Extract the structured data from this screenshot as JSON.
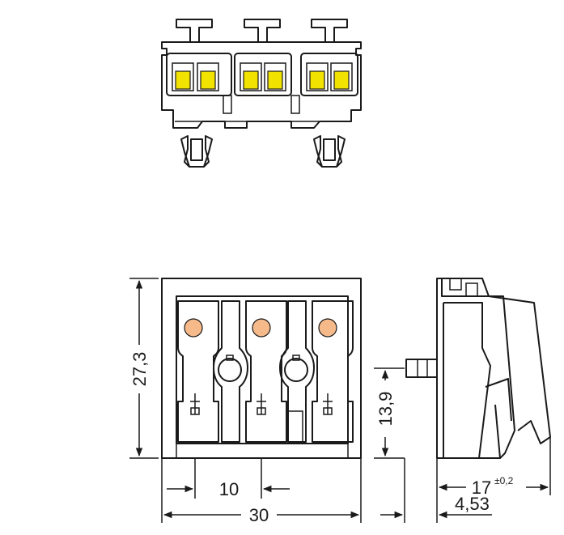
{
  "dimensions": {
    "height_total": "27,3",
    "pin_pitch": "10",
    "width_total": "30",
    "pin_height": "13,9",
    "depth": "17",
    "depth_tolerance": "±0,2",
    "pin_offset": "4,53"
  },
  "colors": {
    "line": "#1a1a1a",
    "contact_spring": "#f2e200",
    "contact_dot": "#f5b98a",
    "background": "#ffffff"
  }
}
